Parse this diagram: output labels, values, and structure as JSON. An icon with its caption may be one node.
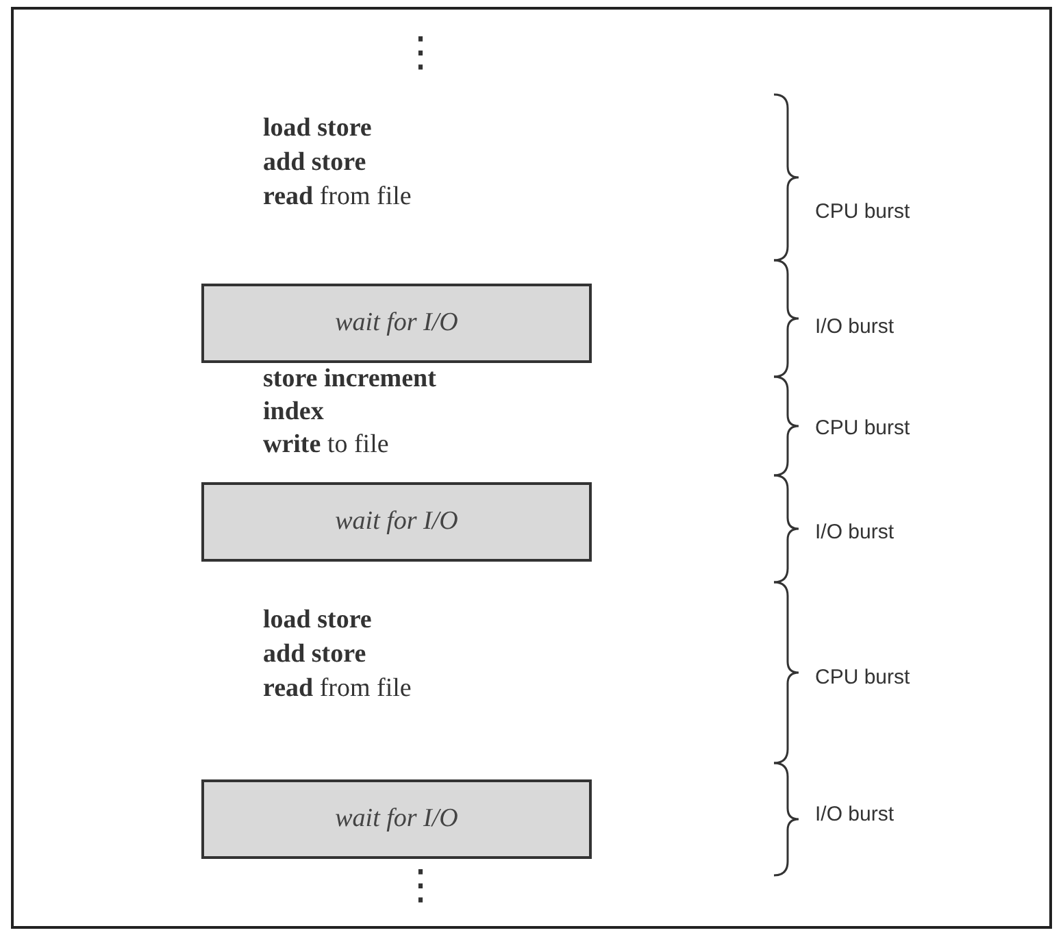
{
  "diagram": {
    "nodes": [
      {
        "text": [
          "wait for I/O"
        ]
      },
      {
        "text": [
          "wait for I/O"
        ]
      },
      {
        "text": [
          "wait for I/O"
        ]
      }
    ],
    "labels": [
      "⋮",
      "load store",
      "add store",
      "**read** from file",
      "CPU burst",
      "I/O burst",
      "store increment",
      "index",
      "**write** to file",
      "CPU burst",
      "I/O burst",
      "load store",
      "add store",
      "**read** from file",
      "CPU burst",
      "I/O burst",
      "⋮"
    ]
  }
}
